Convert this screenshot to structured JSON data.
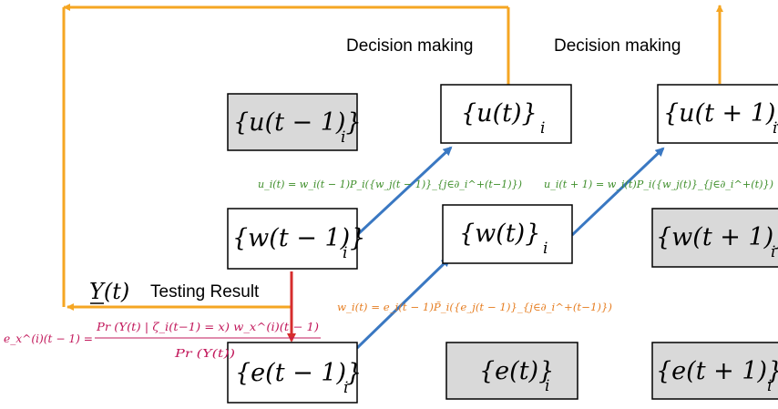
{
  "colors": {
    "orange": "#f5a623",
    "blue": "#3a78c2",
    "red": "#d62d2d",
    "green": "#3e8e2a",
    "formula_orange": "#e67e22",
    "magenta": "#c2185b",
    "box_gray": "#d9d9d9"
  },
  "labels": {
    "decision_1": "Decision making",
    "decision_2": "Decision making",
    "testing_result": "Testing Result",
    "y_of_t": "Y(t)"
  },
  "nodes": {
    "u_prev": {
      "text": "{u(t − 1)}",
      "sub": "i",
      "shaded": true
    },
    "u_now": {
      "text": "{u(t)}",
      "sub": "i",
      "shaded": false
    },
    "u_next": {
      "text": "{u(t + 1)}",
      "sub": "i",
      "shaded": false
    },
    "w_prev": {
      "text": "{w(t − 1)}",
      "sub": "i",
      "shaded": false
    },
    "w_now": {
      "text": "{w(t)}",
      "sub": "i",
      "shaded": false
    },
    "w_next": {
      "text": "{w(t + 1)}",
      "sub": "i",
      "shaded": true
    },
    "e_prev": {
      "text": "{e(t − 1)}",
      "sub": "i",
      "shaded": false
    },
    "e_now": {
      "text": "{e(t)}",
      "sub": "i",
      "shaded": true
    },
    "e_next": {
      "text": "{e(t + 1)}",
      "sub": "i",
      "shaded": true
    }
  },
  "formulas": {
    "u_update_1": "u_i(t) = w_i(t − 1)P_i({w_j(t − 1)}_{j∈∂_i^+(t−1)})",
    "u_update_2": "u_i(t + 1) = w_i(t)P_i({w_j(t)}_{j∈∂_i^+(t)})",
    "w_update": "w_i(t) = e_i(t − 1)P̃_i({e_j(t − 1)}_{j∈∂_i^+(t−1)})",
    "e_lhs": "e_x^(i)(t − 1) =",
    "e_numerator": "Pr (Y(t) | ζ_i(t−1) = x) w_x^(i)(t − 1)",
    "e_denominator": "Pr (Y(t))"
  }
}
